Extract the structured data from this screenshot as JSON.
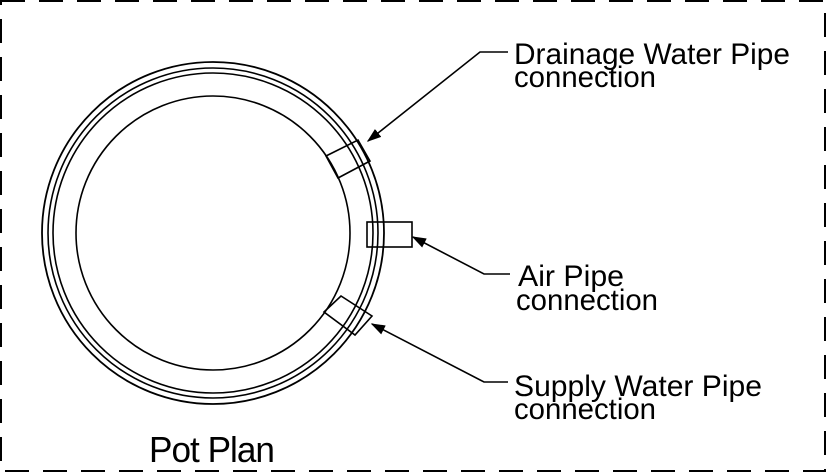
{
  "title": "Pot Plan",
  "callouts": {
    "drainage": {
      "line1": "Drainage Water Pipe",
      "line2": "connection"
    },
    "air": {
      "line1": "Air Pipe",
      "line2": "connection"
    },
    "supply": {
      "line1": "Supply Water Pipe",
      "line2": "connection"
    }
  },
  "colors": {
    "ink": "#000000",
    "background": "#ffffff"
  }
}
